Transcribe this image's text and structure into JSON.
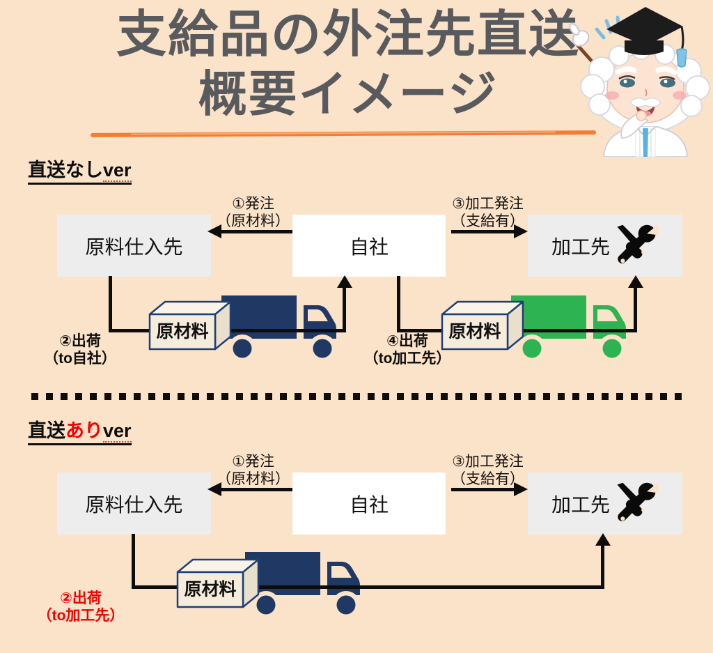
{
  "title": {
    "line1": "支給品の外注先直送",
    "line2": "概要イメージ"
  },
  "colors": {
    "bg": "#fbe3c9",
    "ink": "#0d0d0d",
    "title": "#595a5e",
    "orange": "#f4782a",
    "navy": "#1f3864",
    "green": "#2db351",
    "red": "#f40000",
    "boxgray": "#ededed",
    "white": "#ffffff"
  },
  "icons": {
    "tools_icon": "crossed screwdriver and wrench",
    "truck_icon": "delivery truck side view",
    "professor_icon": "professor mascot with graduation cap and pointer stick"
  },
  "section1": {
    "heading": {
      "prefix": "直送なし",
      "accent": "",
      "suffix": "ver"
    },
    "boxes": {
      "supplier": "原料仕入先",
      "company": "自社",
      "processor": "加工先"
    },
    "arrow_order": {
      "line1": "①発注",
      "line2": "（原材料）"
    },
    "arrow_process": {
      "line1": "③加工発注",
      "line2": "（支給有）"
    },
    "ship_left": {
      "line1": "②出荷",
      "line2": "（to自社）"
    },
    "ship_right": {
      "line1": "④出荷",
      "line2": "（to加工先）"
    },
    "cargo_label": "原材料"
  },
  "section2": {
    "heading": {
      "prefix": "直送",
      "accent": "あり",
      "suffix": "ver"
    },
    "boxes": {
      "supplier": "原料仕入先",
      "company": "自社",
      "processor": "加工先"
    },
    "arrow_order": {
      "line1": "①発注",
      "line2": "（原材料）"
    },
    "arrow_process": {
      "line1": "③加工発注",
      "line2": "（支給有）"
    },
    "ship": {
      "line1": "②出荷",
      "line2": "（to加工先）"
    },
    "cargo_label": "原材料"
  }
}
